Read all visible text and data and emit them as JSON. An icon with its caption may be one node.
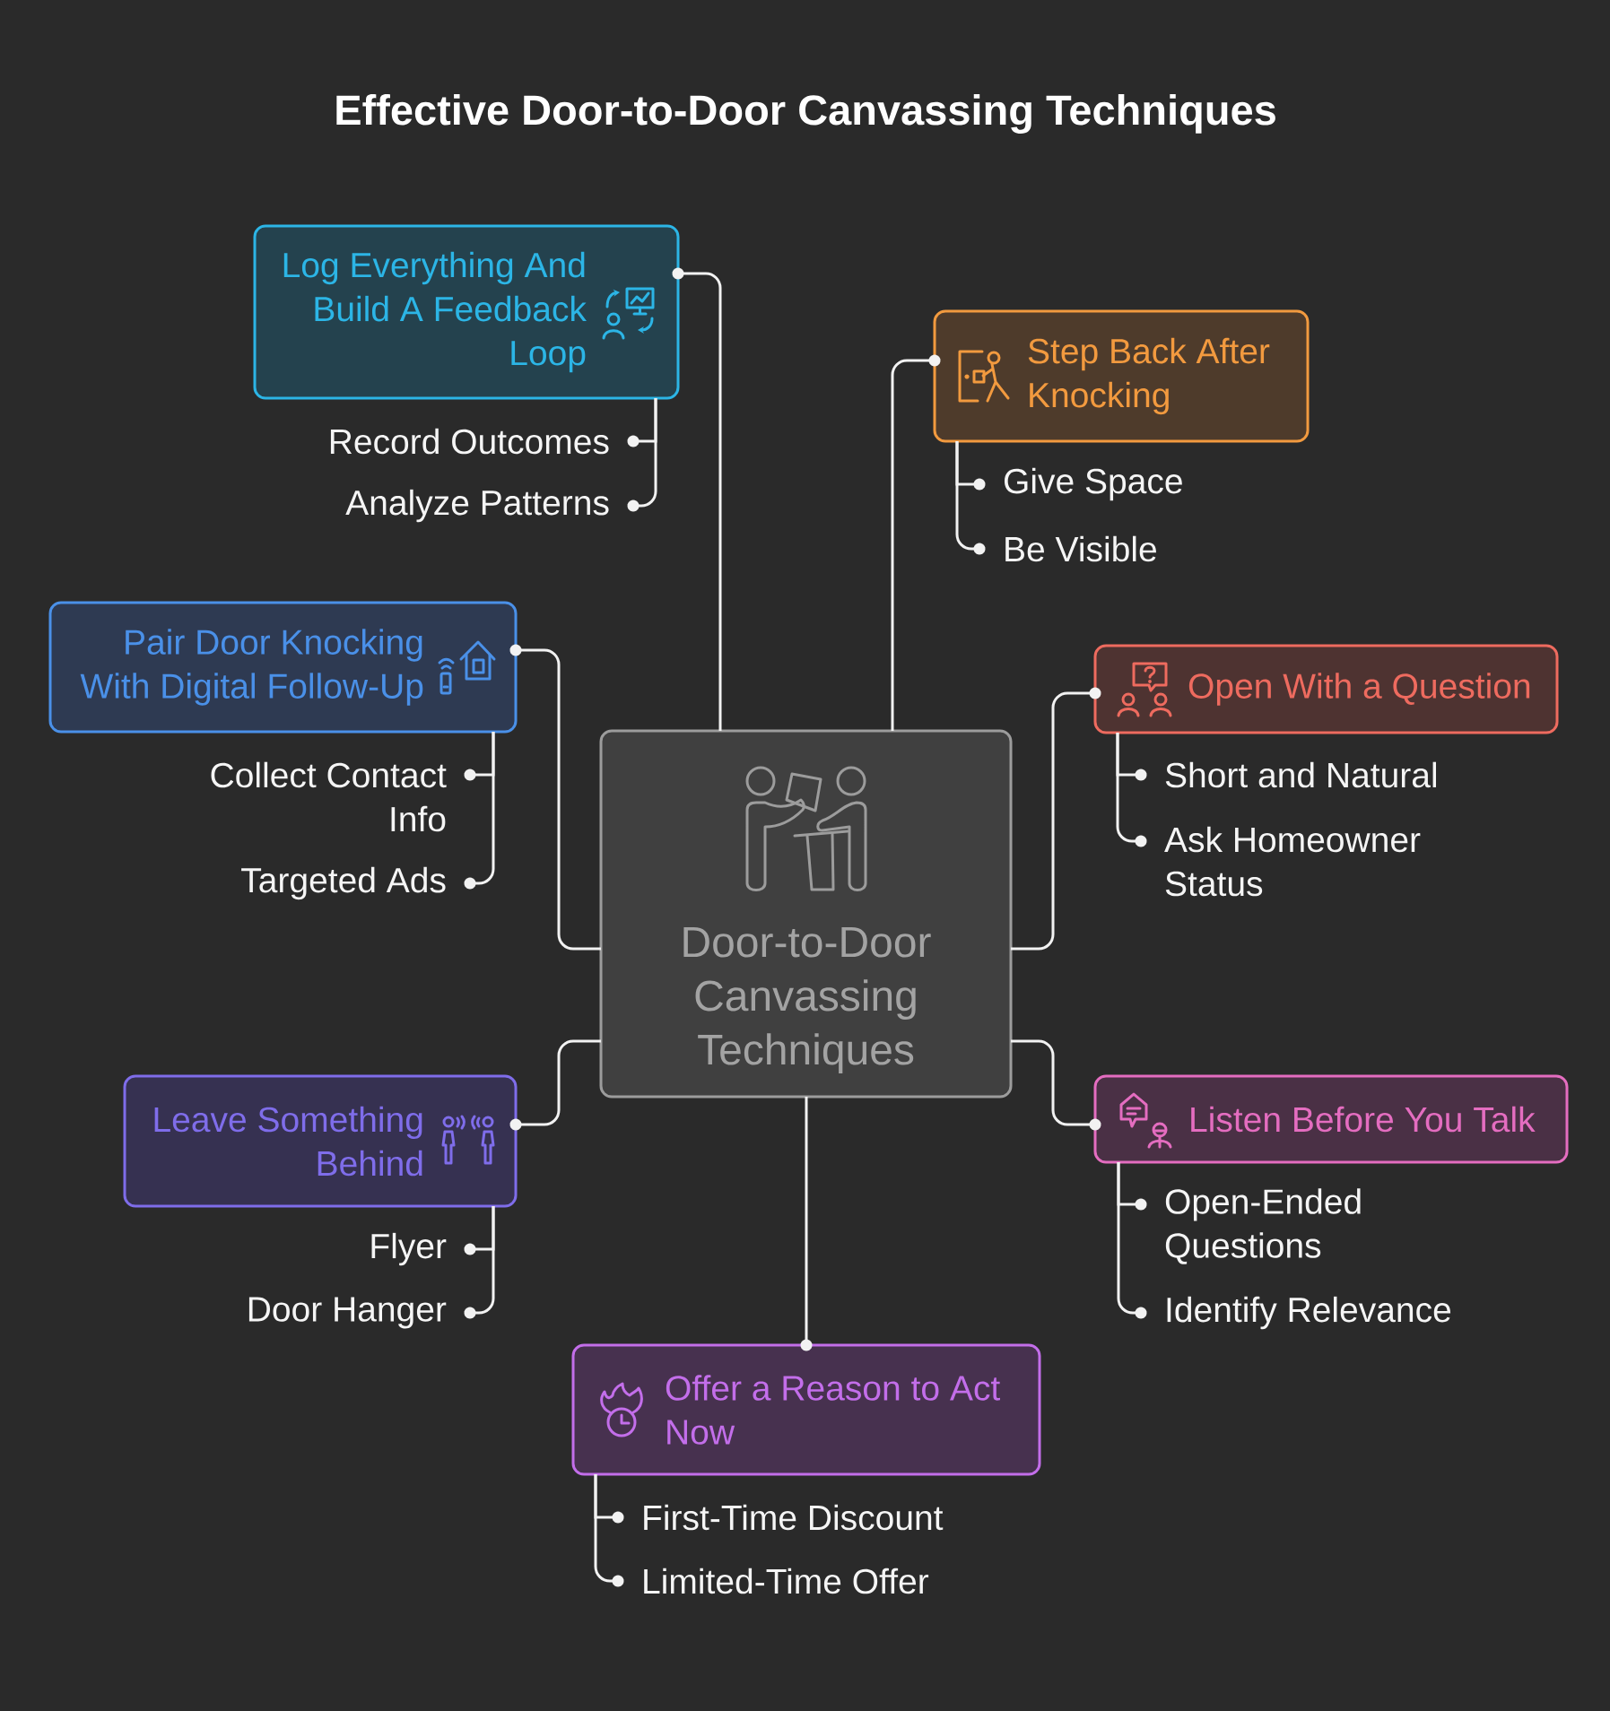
{
  "diagram": {
    "title": "Effective Door-to-Door Canvassing Techniques",
    "nodes": [
      {
        "text": [
          "Log Everything And Build A Feedback Loop"
        ]
      },
      {
        "text": [
          "Record Outcomes"
        ]
      },
      {
        "text": [
          "Analyze Patterns"
        ]
      },
      {
        "text": [
          "Step Back After Knocking"
        ]
      },
      {
        "text": [
          "Give Space"
        ]
      },
      {
        "text": [
          "Be Visible"
        ]
      },
      {
        "text": [
          "Pair Door Knocking With Digital Follow-Up"
        ]
      },
      {
        "text": [
          "Collect Contact Info"
        ]
      },
      {
        "text": [
          "Targeted Ads"
        ]
      },
      {
        "text": [
          "Open With a Question"
        ]
      },
      {
        "text": [
          "Short and Natural"
        ]
      },
      {
        "text": [
          "Ask Homeowner Status"
        ]
      },
      {
        "text": [
          "Door-to-Door Canvassing Techniques"
        ]
      },
      {
        "text": [
          "Leave Something Behind"
        ]
      },
      {
        "text": [
          "Flyer"
        ]
      },
      {
        "text": [
          "Door Hanger"
        ]
      },
      {
        "text": [
          "Listen Before You Talk"
        ]
      },
      {
        "text": [
          "Open-Ended Questions"
        ]
      },
      {
        "text": [
          "Identify Relevance"
        ]
      },
      {
        "text": [
          "Offer a Reason to Act Now"
        ]
      },
      {
        "text": [
          "First-Time Discount"
        ]
      },
      {
        "text": [
          "Limited-Time Offer"
        ]
      }
    ],
    "edges": [
      {
        "from": 12,
        "to": 0,
        "arrow": "other"
      },
      {
        "from": 12,
        "to": 3,
        "arrow": "other"
      },
      {
        "from": 12,
        "to": 6,
        "arrow": "other"
      },
      {
        "from": 12,
        "to": 9,
        "arrow": "other"
      },
      {
        "from": 12,
        "to": 13,
        "arrow": "other"
      },
      {
        "from": 12,
        "to": 16,
        "arrow": "other"
      },
      {
        "from": 12,
        "to": 19,
        "arrow": "other"
      },
      {
        "from": 0,
        "to": 1,
        "arrow": "other"
      },
      {
        "from": 0,
        "to": 2,
        "arrow": "other"
      },
      {
        "from": 3,
        "to": 4,
        "arrow": "other"
      },
      {
        "from": 3,
        "to": 5,
        "arrow": "other"
      },
      {
        "from": 6,
        "to": 7,
        "arrow": "other"
      },
      {
        "from": 6,
        "to": 8,
        "arrow": "other"
      },
      {
        "from": 9,
        "to": 10,
        "arrow": "other"
      },
      {
        "from": 9,
        "to": 11,
        "arrow": "other"
      },
      {
        "from": 13,
        "to": 14,
        "arrow": "other"
      },
      {
        "from": 13,
        "to": 15,
        "arrow": "other"
      },
      {
        "from": 16,
        "to": 17,
        "arrow": "other"
      },
      {
        "from": 16,
        "to": 18,
        "arrow": "other"
      },
      {
        "from": 19,
        "to": 20,
        "arrow": "other"
      },
      {
        "from": 19,
        "to": 21,
        "arrow": "other"
      }
    ]
  }
}
